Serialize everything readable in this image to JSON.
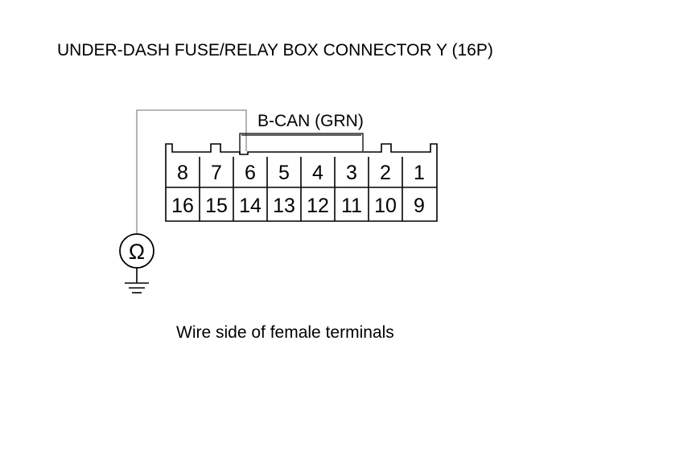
{
  "title": "UNDER-DASH FUSE/RELAY BOX CONNECTOR Y (16P)",
  "wire_label": "B-CAN (GRN)",
  "caption": "Wire side of female terminals",
  "meter": {
    "symbol": "Ω",
    "icon": "ohmmeter-icon"
  },
  "ground": {
    "icon": "ground-icon"
  },
  "connector": {
    "name": "Connector Y",
    "pin_count": "16P",
    "top_row": [
      "8",
      "7",
      "6",
      "5",
      "4",
      "3",
      "2",
      "1"
    ],
    "bottom_row": [
      "16",
      "15",
      "14",
      "13",
      "12",
      "11",
      "10",
      "9"
    ],
    "highlighted_terminal": "6"
  },
  "colors": {
    "line": "#000000",
    "probe_wire": "#8c8c8c",
    "background": "#ffffff"
  }
}
